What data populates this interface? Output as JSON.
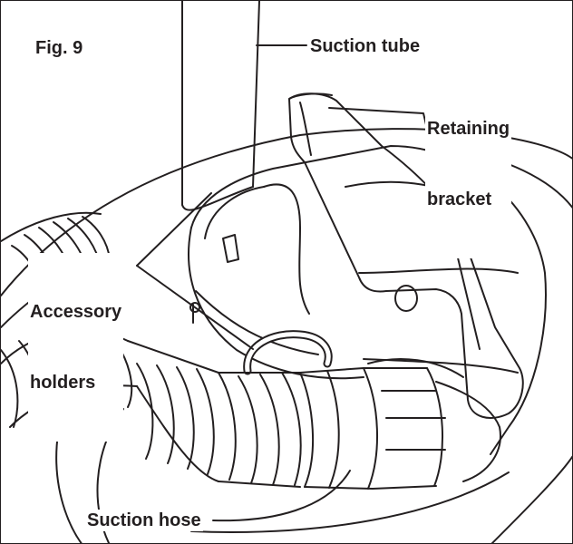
{
  "figure": {
    "label": "Fig. 9"
  },
  "callouts": {
    "suction_tube": "Suction tube",
    "retaining_bracket_line1": "Retaining",
    "retaining_bracket_line2": "bracket",
    "accessory_holders_line1": "Accessory",
    "accessory_holders_line2": "holders",
    "suction_hose": "Suction hose"
  },
  "colors": {
    "ink": "#231f20",
    "paper": "#ffffff"
  }
}
